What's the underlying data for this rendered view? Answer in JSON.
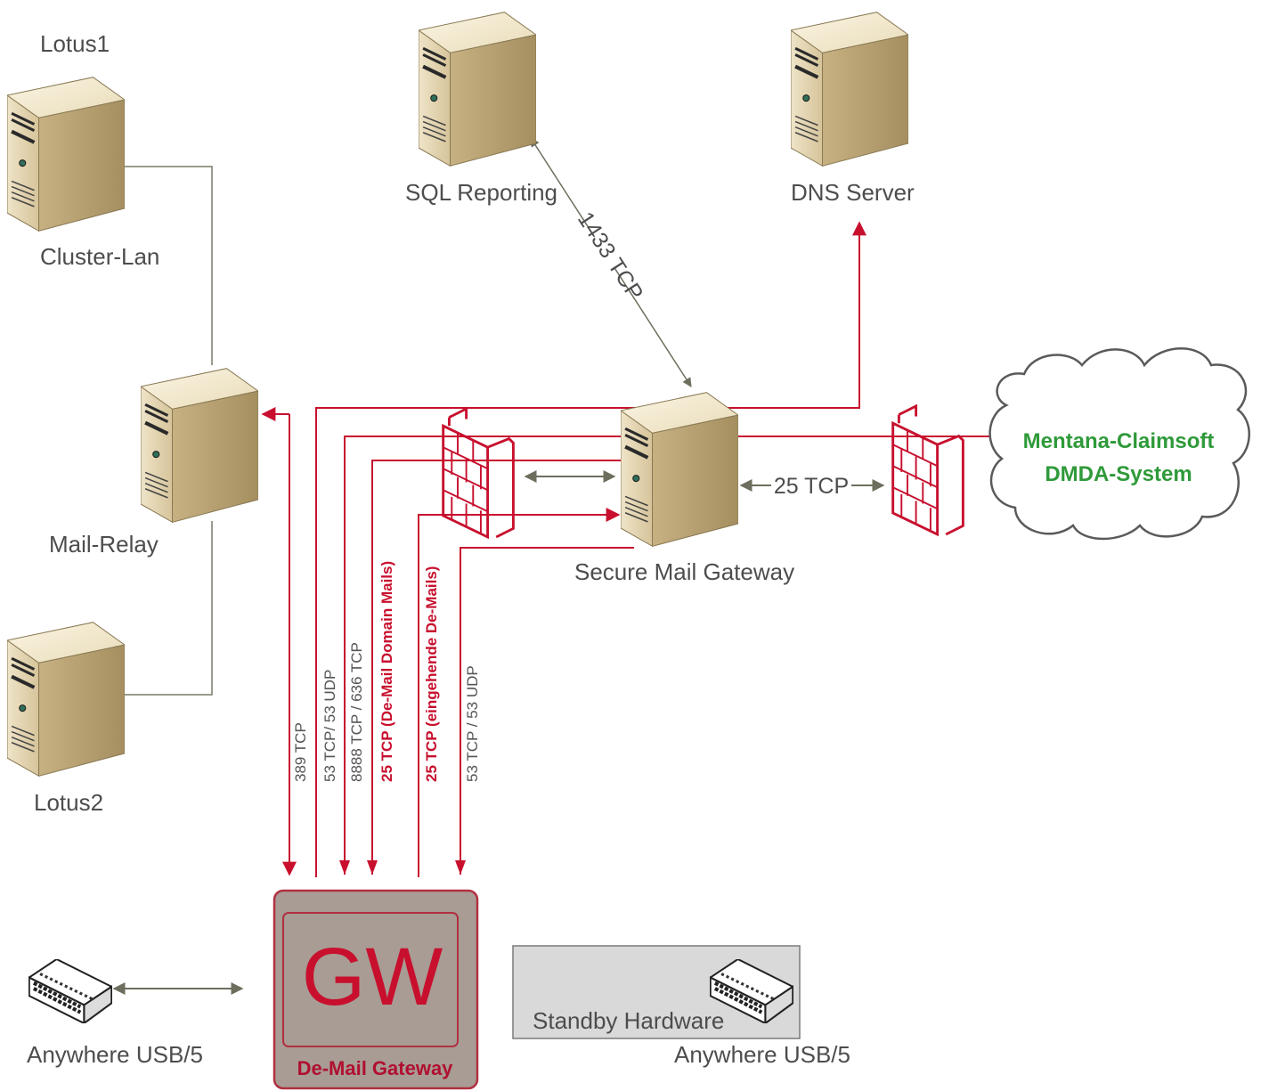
{
  "nodes": {
    "lotus1_title": "Lotus1",
    "cluster_lan": "Cluster-Lan",
    "mail_relay": "Mail-Relay",
    "lotus2": "Lotus2",
    "sql_reporting": "SQL Reporting",
    "dns_server": "DNS Server",
    "secure_mail_gateway": "Secure Mail Gateway",
    "cloud_line1": "Mentana-Claimsoft",
    "cloud_line2": "DMDA-System",
    "gw_logo": "GW",
    "gw_name": "De-Mail Gateway",
    "anywhere_left": "Anywhere USB/5",
    "anywhere_right": "Anywhere USB/5",
    "standby": "Standby Hardware"
  },
  "connections": {
    "sql_port": "1433 TCP",
    "cloud_port": "25 TCP",
    "ports": [
      "389 TCP",
      "53 TCP/ 53 UDP",
      "8888 TCP / 636 TCP",
      "25 TCP (De-Mail Domain Mails)",
      "25 TCP (eingehende De-Mails)",
      "53 TCP / 53 UDP"
    ]
  },
  "colors": {
    "accent_red": "#c8102e",
    "gray_line": "#7a7a6a",
    "cloud_text": "#2f9a3a",
    "gw_box": "#a89c94"
  }
}
